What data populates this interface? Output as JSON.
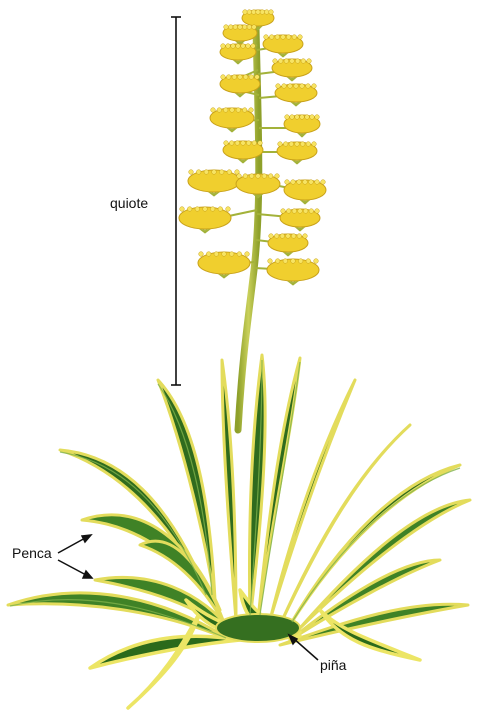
{
  "labels": {
    "quiote": "quiote",
    "penca": "Penca",
    "pina": "piña"
  },
  "colors": {
    "leaf_dark": "#2f6b1e",
    "leaf_mid": "#4d8f2c",
    "leaf_edge": "#e3dc5c",
    "flower": "#f0cf2e",
    "flower_dark": "#c9a21a",
    "stalk": "#a9b83a",
    "line": "#111111"
  }
}
